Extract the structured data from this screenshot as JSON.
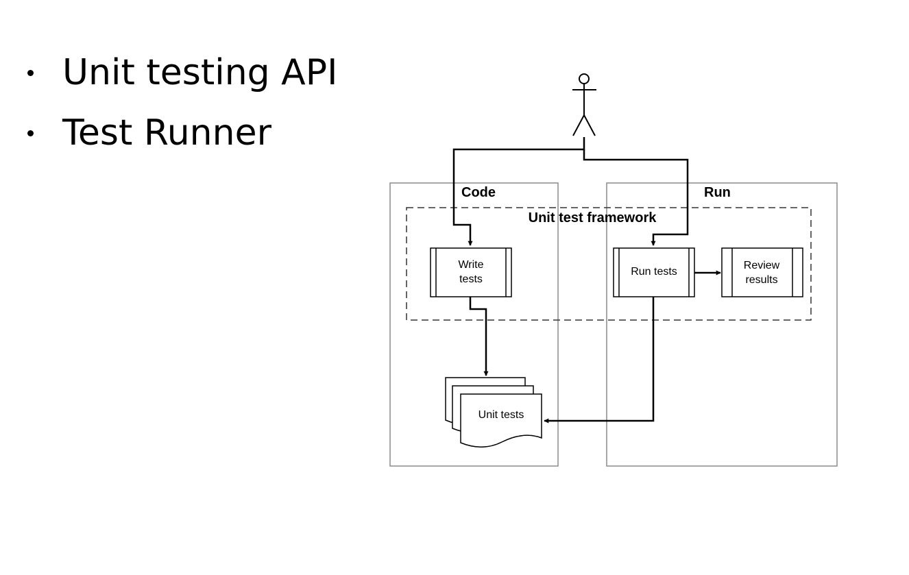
{
  "bullets": [
    "Unit testing API",
    "Test Runner"
  ],
  "diagram": {
    "swimlanes": {
      "code": "Code",
      "run": "Run"
    },
    "framework_label": "Unit test framework",
    "write_tests": [
      "Write",
      "tests"
    ],
    "run_tests": "Run tests",
    "review_results": [
      "Review",
      "results"
    ],
    "unit_tests": "Unit tests"
  }
}
